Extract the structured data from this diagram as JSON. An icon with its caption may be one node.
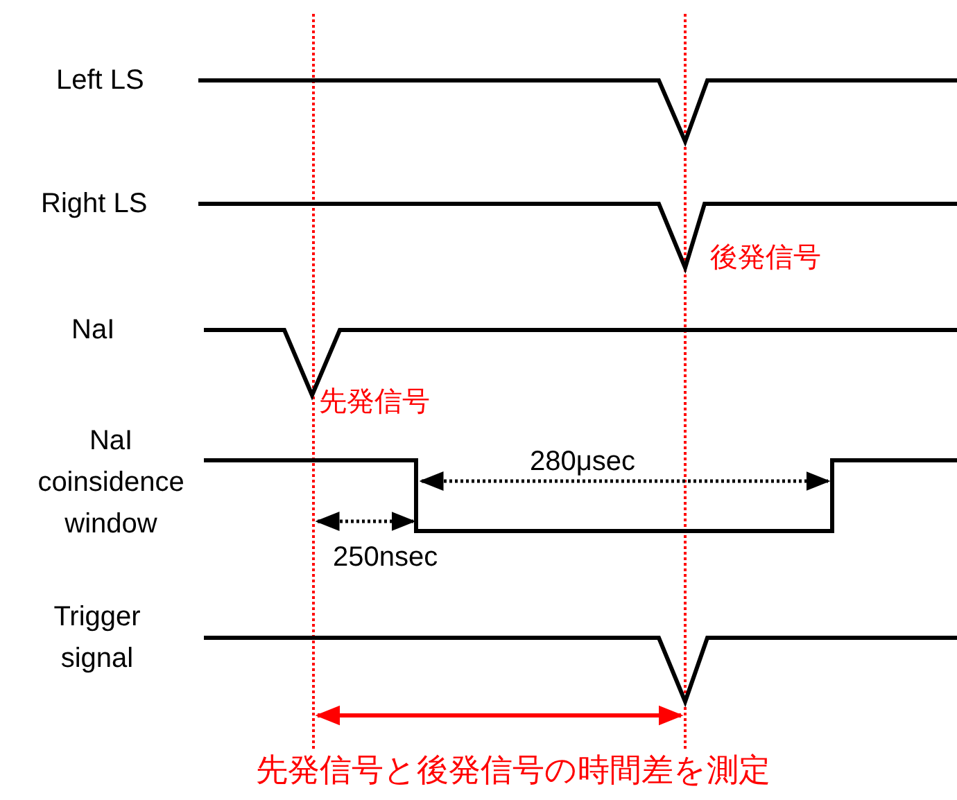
{
  "diagram": {
    "labels": [
      "Left LS",
      "Right LS",
      "後発信号",
      "NaI",
      "先発信号",
      "NaI coinsidence window",
      "280μsec",
      "250nsec",
      "Trigger signal",
      "先発信号と後発信号の時間差を測定"
    ]
  }
}
